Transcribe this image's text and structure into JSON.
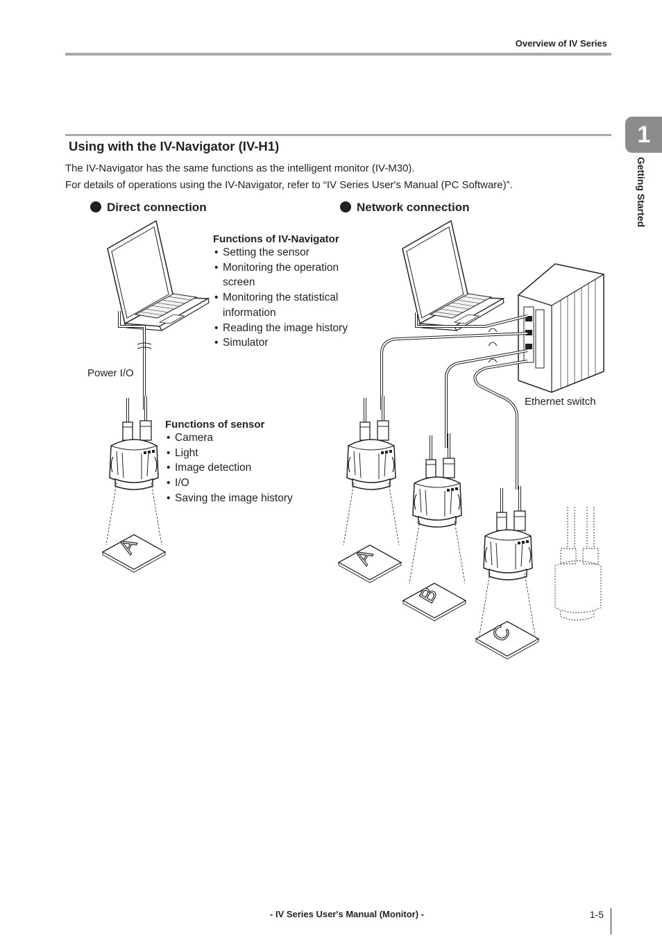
{
  "header": {
    "title": "Overview of IV Series"
  },
  "chapter_tab": {
    "number": "1",
    "label": "Getting Started"
  },
  "section": {
    "title": "Using with the IV-Navigator (IV-H1)",
    "intro": [
      "The IV-Navigator has the same functions as the intelligent monitor (IV-M30).",
      "For details of operations using the IV-Navigator, refer to “IV Series User's Manual (PC Software)”."
    ]
  },
  "direct": {
    "heading": "Direct connection",
    "power_label": "Power I/O"
  },
  "network": {
    "heading": "Network connection",
    "switch_label": "Ethernet switch"
  },
  "navigator_functions": {
    "title": "Functions of IV-Navigator",
    "items": [
      "Setting the sensor",
      "Monitoring the operation",
      "screen",
      "Monitoring the statistical",
      "information",
      "Reading the image history",
      "Simulator"
    ]
  },
  "sensor_functions": {
    "title": "Functions of sensor",
    "items": [
      "Camera",
      "Light",
      "Image detection",
      "I/O",
      "Saving the image history"
    ]
  },
  "targets": [
    "A",
    "A",
    "B",
    "C"
  ],
  "footer": {
    "title": "- IV Series User's Manual (Monitor) -",
    "page": "1-5"
  }
}
